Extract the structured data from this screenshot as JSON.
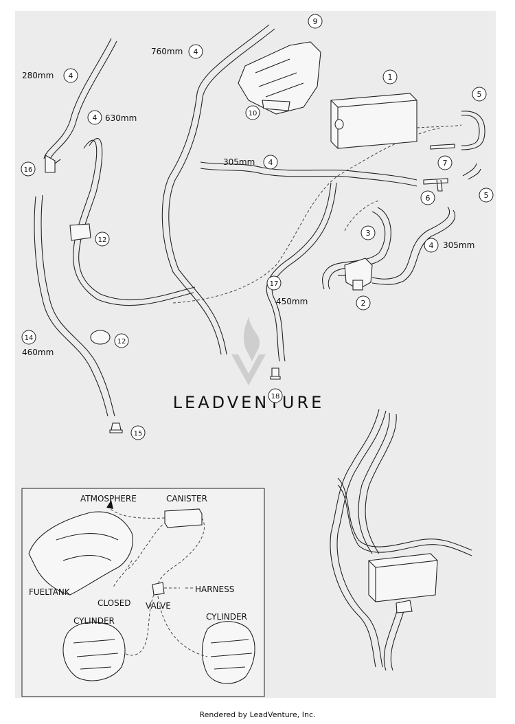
{
  "callouts": [
    {
      "id": "c1",
      "n": "1"
    },
    {
      "id": "c2",
      "n": "2"
    },
    {
      "id": "c3",
      "n": "3"
    },
    {
      "id": "c4a",
      "n": "4"
    },
    {
      "id": "c4b",
      "n": "4"
    },
    {
      "id": "c4c",
      "n": "4"
    },
    {
      "id": "c4d",
      "n": "4"
    },
    {
      "id": "c4e",
      "n": "4"
    },
    {
      "id": "c5a",
      "n": "5"
    },
    {
      "id": "c5b",
      "n": "5"
    },
    {
      "id": "c6",
      "n": "6"
    },
    {
      "id": "c7",
      "n": "7"
    },
    {
      "id": "c9",
      "n": "9"
    },
    {
      "id": "c10",
      "n": "10"
    },
    {
      "id": "c12a",
      "n": "12"
    },
    {
      "id": "c12b",
      "n": "12"
    },
    {
      "id": "c14",
      "n": "14"
    },
    {
      "id": "c15",
      "n": "15"
    },
    {
      "id": "c16",
      "n": "16"
    },
    {
      "id": "c17",
      "n": "17"
    },
    {
      "id": "c18",
      "n": "18"
    }
  ],
  "lengths": {
    "l280": "280mm",
    "l760": "760mm",
    "l630": "630mm",
    "l305a": "305mm",
    "l305b": "305mm",
    "l450": "450mm",
    "l460": "460mm"
  },
  "watermark": "LEADVENTURE",
  "inset": {
    "atmosphere": "ATMOSPHERE",
    "canister": "CANISTER",
    "fueltank": "FUELTANK",
    "closed": "CLOSED",
    "valve": "VALVE",
    "harness": "HARNESS",
    "cylinder_left": "CYLINDER",
    "cylinder_right": "CYLINDER"
  },
  "footer": "Rendered by LeadVenture, Inc."
}
